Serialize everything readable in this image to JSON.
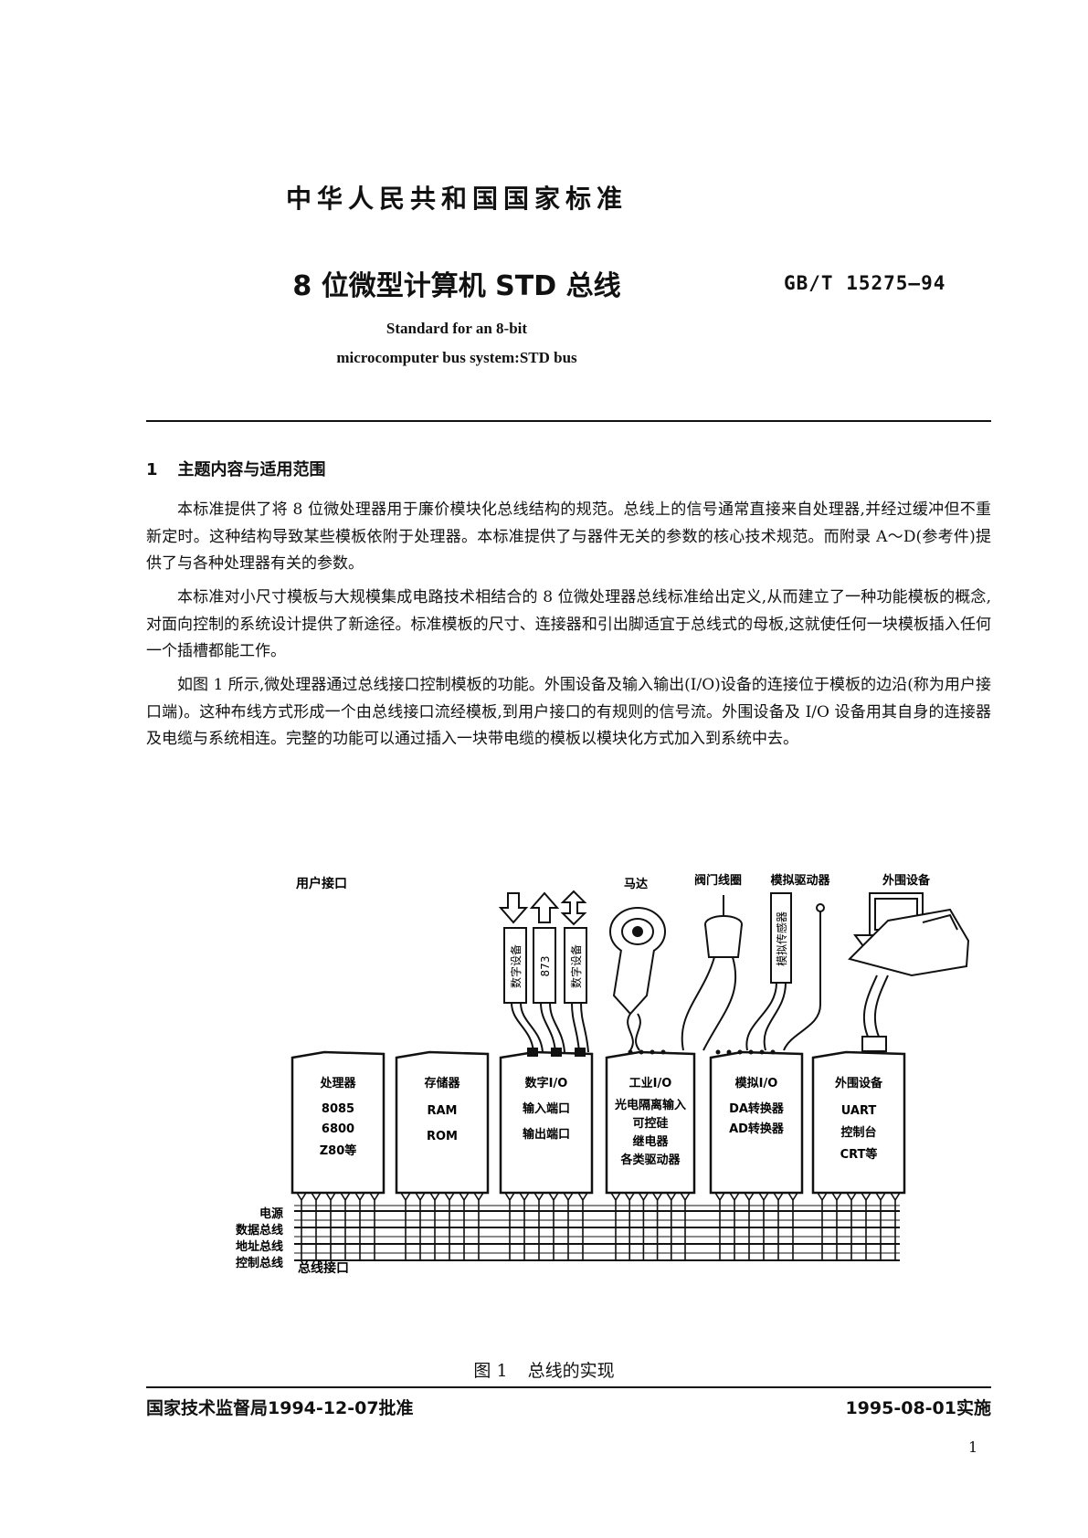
{
  "header": {
    "national_standard": "中华人民共和国国家标准",
    "title_cn": "8 位微型计算机 STD 总线",
    "code": "GB/T 15275—94",
    "title_en_line1": "Standard for an 8-bit",
    "title_en_line2": "microcomputer bus system:STD bus"
  },
  "section": {
    "number": "1",
    "title": "主题内容与适用范围"
  },
  "paragraphs": [
    "本标准提供了将 8 位微处理器用于廉价模块化总线结构的规范。总线上的信号通常直接来自处理器,并经过缓冲但不重新定时。这种结构导致某些模板依附于处理器。本标准提供了与器件无关的参数的核心技术规范。而附录 A～D(参考件)提供了与各种处理器有关的参数。",
    "本标准对小尺寸模板与大规模集成电路技术相结合的 8 位微处理器总线标准给出定义,从而建立了一种功能模板的概念,对面向控制的系统设计提供了新途径。标准模板的尺寸、连接器和引出脚适宜于总线式的母板,这就使任何一块模板插入任何一个插槽都能工作。",
    "如图 1 所示,微处理器通过总线接口控制模板的功能。外围设备及输入输出(I/O)设备的连接位于模板的边沿(称为用户接口端)。这种布线方式形成一个由总线接口流经模板,到用户接口的有规则的信号流。外围设备及 I/O 设备用其自身的连接器及电缆与系统相连。完整的功能可以通过插入一块带电缆的模板以模块化方式加入到系统中去。"
  ],
  "figure": {
    "user_interface_label": "用户接口",
    "bus_interface_label": "总线接口",
    "bus_lines": [
      "电源",
      "数据总线",
      "地址总线",
      "控制总线"
    ],
    "top_labels": {
      "motor": "马达",
      "valve": "阀门线圈",
      "analog_drive": "模拟驱动器",
      "peripheral": "外围设备"
    },
    "cable_labels": [
      "数字设备",
      "873",
      "数字设备"
    ],
    "sensor_label": "模拟传感器",
    "boards": [
      {
        "title": "处理器",
        "lines": [
          "8085",
          "6800",
          "Z80等"
        ]
      },
      {
        "title": "存储器",
        "lines": [
          "RAM",
          "ROM"
        ]
      },
      {
        "title": "数字I/O",
        "lines": [
          "输入端口",
          "输出端口"
        ]
      },
      {
        "title": "工业I/O",
        "lines": [
          "光电隔离输入",
          "可控硅",
          "继电器",
          "各类驱动器"
        ]
      },
      {
        "title": "模拟I/O",
        "lines": [
          "DA转换器",
          "AD转换器"
        ]
      },
      {
        "title": "外围设备",
        "lines": [
          "UART",
          "控制台",
          "CRT等"
        ]
      }
    ],
    "caption_number": "图 1",
    "caption_text": "总线的实现"
  },
  "footer": {
    "approval": "国家技术监督局1994-12-07批准",
    "effective": "1995-08-01实施",
    "page_number": "1"
  }
}
